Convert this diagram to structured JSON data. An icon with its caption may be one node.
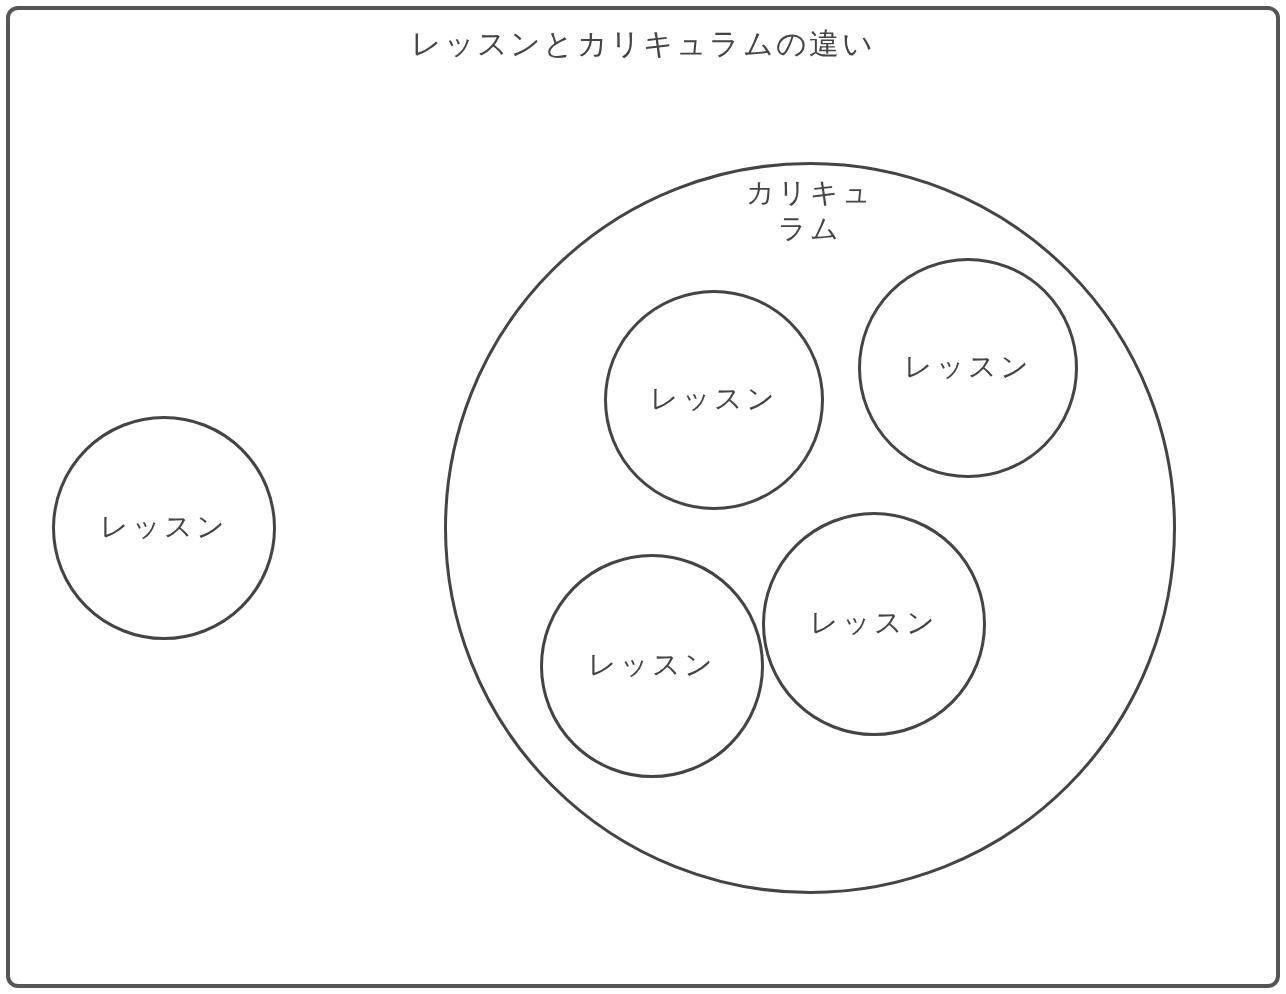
{
  "diagram": {
    "nodes": [
      {
        "text": [
          "レッスンとカリキュラムの違い"
        ]
      },
      {
        "text": [
          "レッスン"
        ],
        "in": 0
      },
      {
        "text": [
          "カリキュラム"
        ],
        "in": 0
      },
      {
        "text": [
          "レッスン"
        ],
        "in": 2
      },
      {
        "text": [
          "レッスン"
        ],
        "in": 2
      },
      {
        "text": [
          "レッスン"
        ],
        "in": 2
      },
      {
        "text": [
          "レッスン"
        ],
        "in": 2
      }
    ]
  }
}
